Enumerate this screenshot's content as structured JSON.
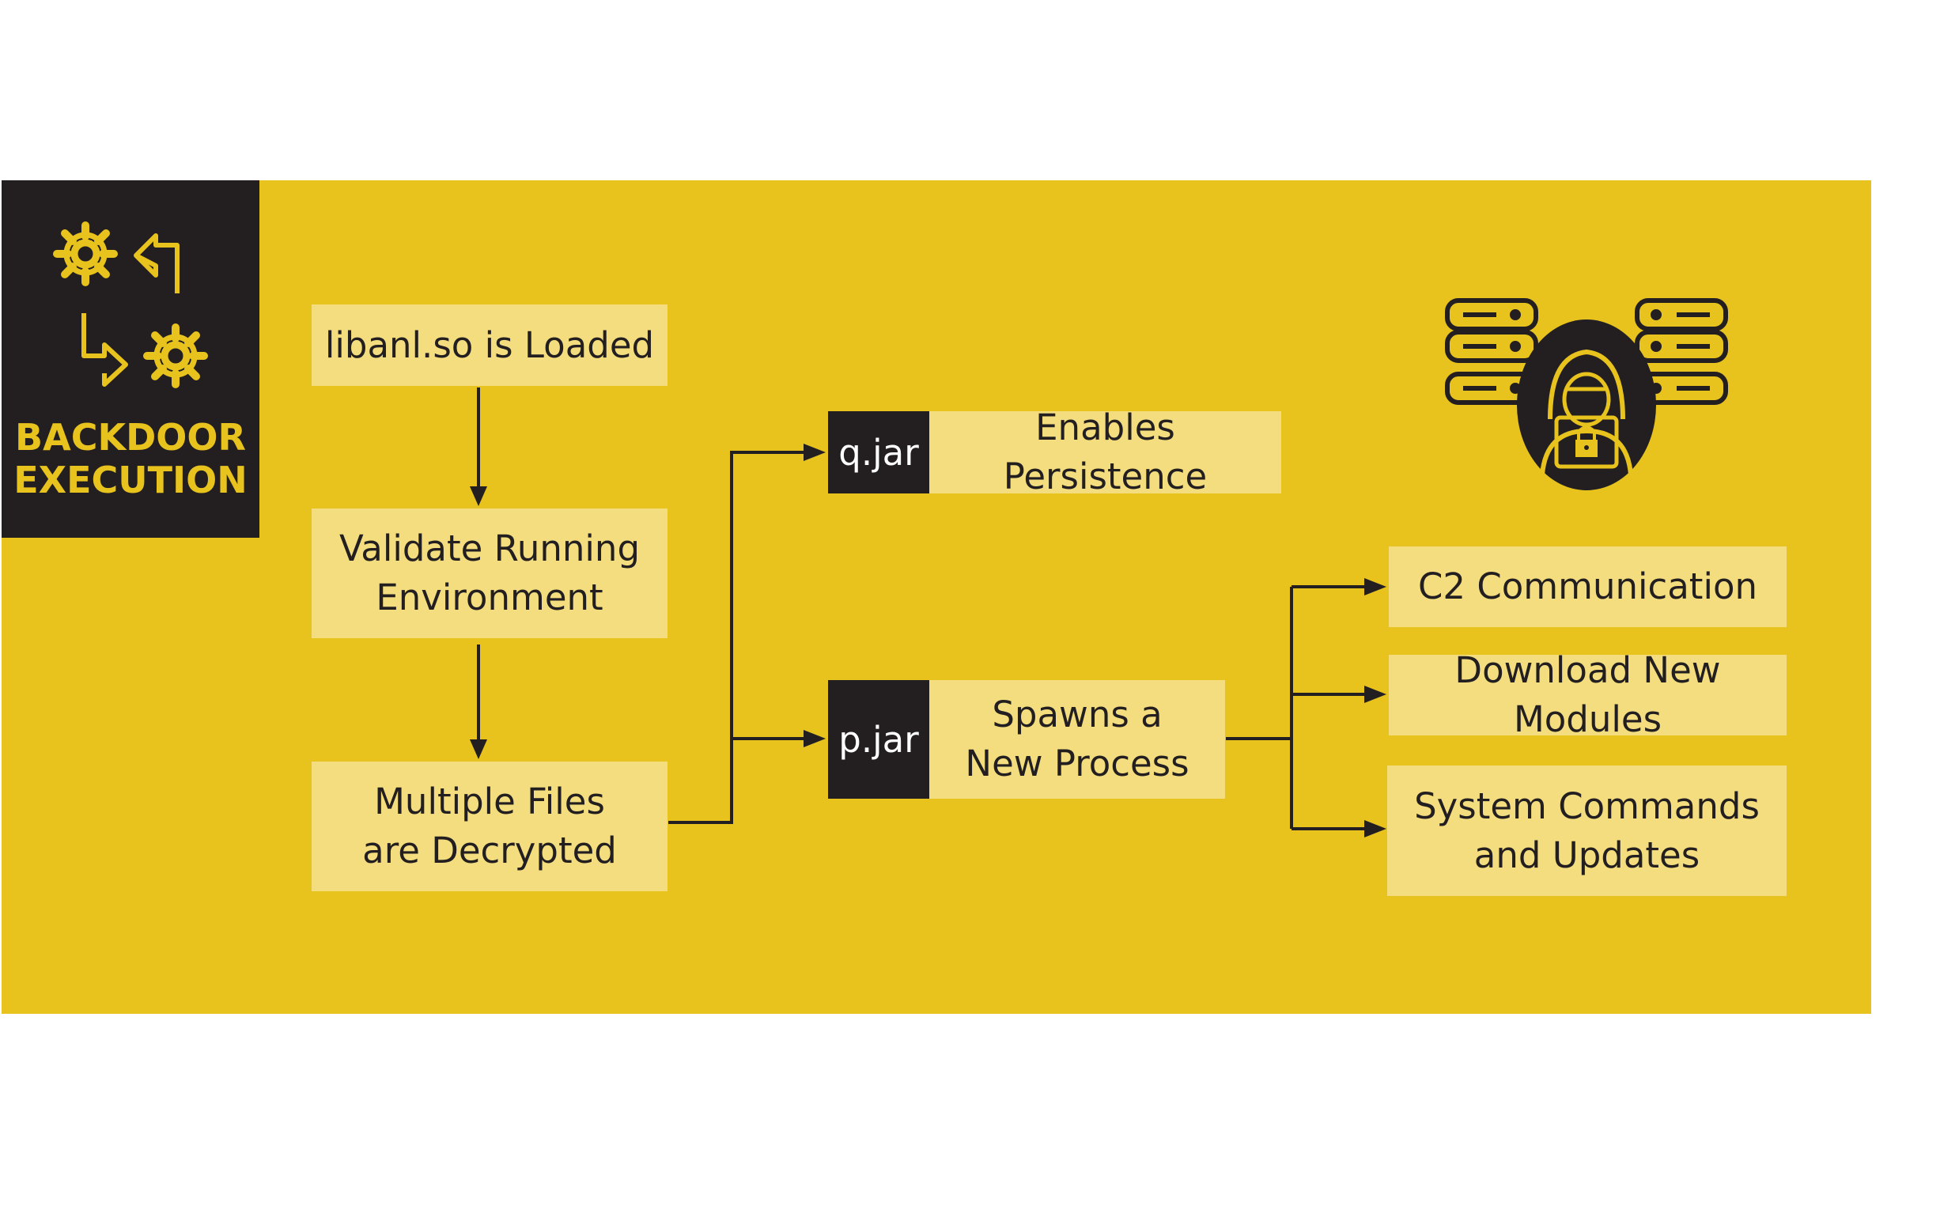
{
  "corner": {
    "title_line1": "BACKDOOR",
    "title_line2": "EXECUTION",
    "icons": [
      "gear-icon",
      "arrow-back-icon",
      "arrow-forward-icon",
      "gear-icon"
    ]
  },
  "flow": {
    "step1": "libanl.so is Loaded",
    "step2_line1": "Validate Running",
    "step2_line2": "Environment",
    "step3_line1": "Multiple Files",
    "step3_line2": "are Decrypted"
  },
  "branches": {
    "q": {
      "tag": "q.jar",
      "label": "Enables Persistence"
    },
    "p": {
      "tag": "p.jar",
      "label_line1": "Spawns a",
      "label_line2": "New Process"
    }
  },
  "outcomes": {
    "c2": "C2 Communication",
    "download": "Download New Modules",
    "commands_line1": "System Commands",
    "commands_line2": "and Updates"
  },
  "illustration": {
    "icons": [
      "server-rack-icon",
      "hacker-icon",
      "padlock-icon",
      "server-rack-icon"
    ]
  },
  "colors": {
    "background": "#e8c31e",
    "box": "#f3dd7e",
    "dark": "#231f20",
    "tag_text": "#ffffff"
  }
}
